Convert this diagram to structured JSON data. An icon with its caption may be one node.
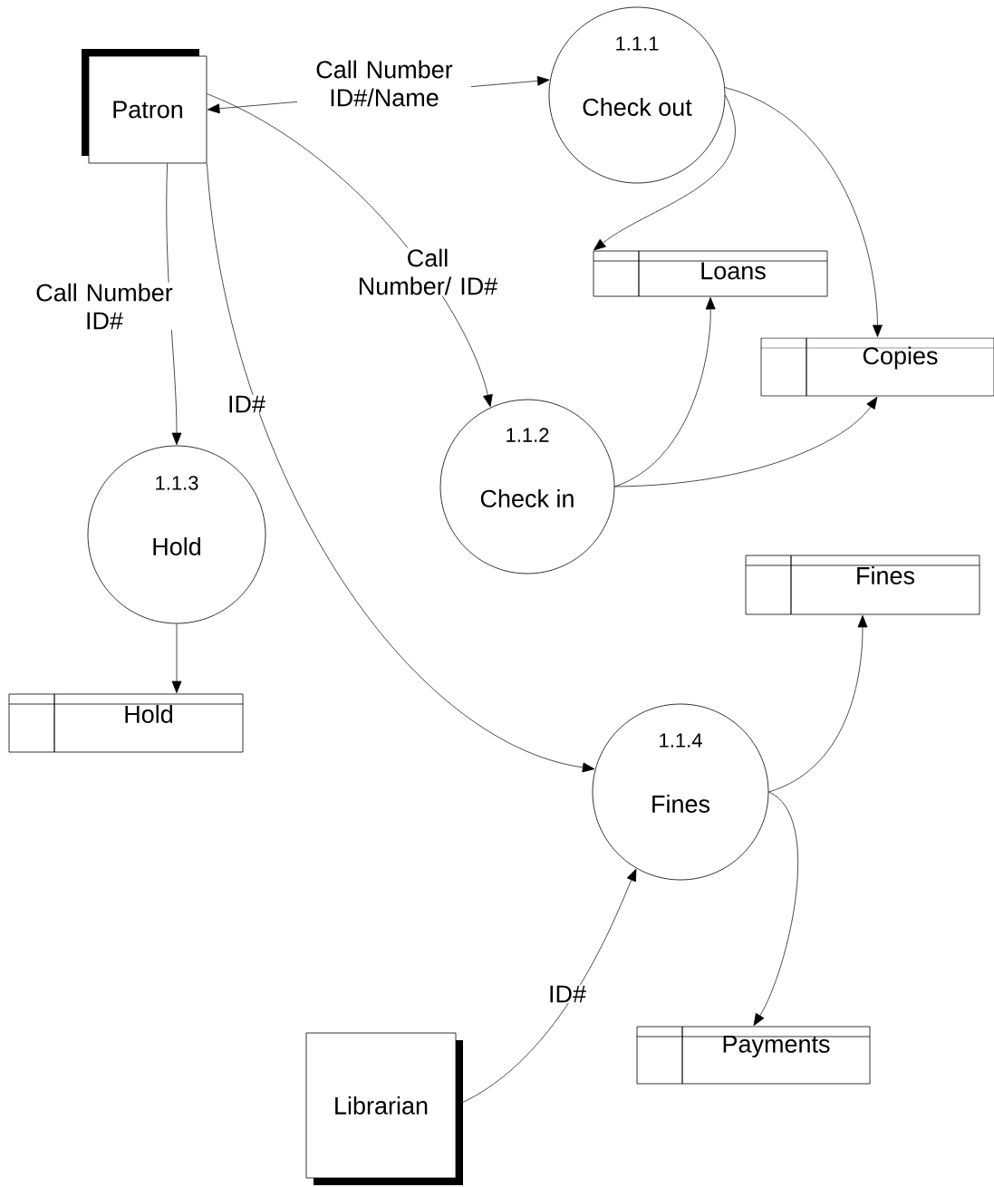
{
  "diagram": {
    "nodes": [
      {
        "text": [
          "Patron"
        ]
      },
      {
        "text": [
          "1.1.1",
          "Check out"
        ]
      },
      {
        "text": [
          "Loans"
        ]
      },
      {
        "text": [
          "Copies"
        ]
      },
      {
        "text": [
          "1.1.2",
          "Check in"
        ]
      },
      {
        "text": [
          "1.1.3",
          "Hold"
        ]
      },
      {
        "text": [
          "Fines"
        ]
      },
      {
        "text": [
          "Hold"
        ]
      },
      {
        "text": [
          "1.1.4",
          "Fines"
        ]
      },
      {
        "text": [
          "Librarian"
        ]
      },
      {
        "text": [
          "Payments"
        ]
      }
    ],
    "edges": [
      {
        "from": 0,
        "to": 1,
        "arrow": "both",
        "label": "Call Number ID#/Name"
      },
      {
        "from": 1,
        "to": 2,
        "arrow": "to"
      },
      {
        "from": 1,
        "to": 3,
        "arrow": "to"
      },
      {
        "from": 0,
        "to": 4,
        "arrow": "to",
        "label": "Call Number/ ID#"
      },
      {
        "from": 4,
        "to": 2,
        "arrow": "to"
      },
      {
        "from": 4,
        "to": 3,
        "arrow": "to"
      },
      {
        "from": 0,
        "to": 5,
        "arrow": "to",
        "label": "Call Number ID#"
      },
      {
        "from": 5,
        "to": 7,
        "arrow": "to"
      },
      {
        "from": 0,
        "to": 8,
        "arrow": "to",
        "label": "ID#"
      },
      {
        "from": 8,
        "to": 6,
        "arrow": "to"
      },
      {
        "from": 8,
        "to": 10,
        "arrow": "to"
      },
      {
        "from": 9,
        "to": 8,
        "arrow": "to",
        "label": "ID#"
      }
    ]
  }
}
